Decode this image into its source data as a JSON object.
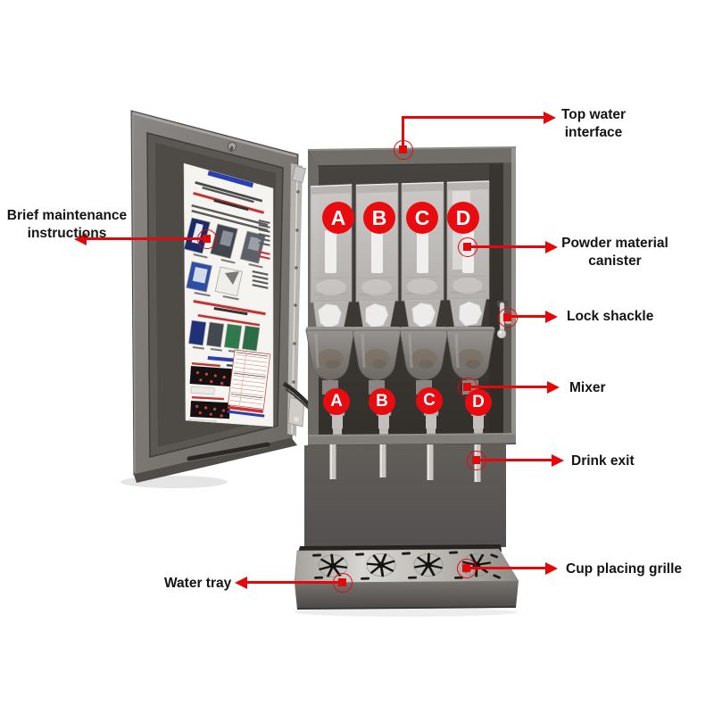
{
  "machine": {
    "canister_labels": [
      "A",
      "B",
      "C",
      "D"
    ],
    "mixer_labels": [
      "A",
      "B",
      "C",
      "D"
    ]
  },
  "annotations": {
    "top_water": {
      "label": "Top water interface"
    },
    "brief_maintenance": {
      "label": "Brief maintenance instructions"
    },
    "powder_canister": {
      "label": "Powder material canister"
    },
    "lock_shackle": {
      "label": "Lock shackle"
    },
    "mixer": {
      "label": "Mixer"
    },
    "drink_exit": {
      "label": "Drink exit"
    },
    "cup_grille": {
      "label": "Cup placing grille"
    },
    "water_tray": {
      "label": "Water tray"
    }
  },
  "colors": {
    "annotation_red": "#e60808",
    "badge_red": "#e80b10",
    "cabinet_gray": "#5a5652",
    "grille_steel": "#c9c6c2",
    "label_text": "#141414",
    "background": "#ffffff"
  }
}
